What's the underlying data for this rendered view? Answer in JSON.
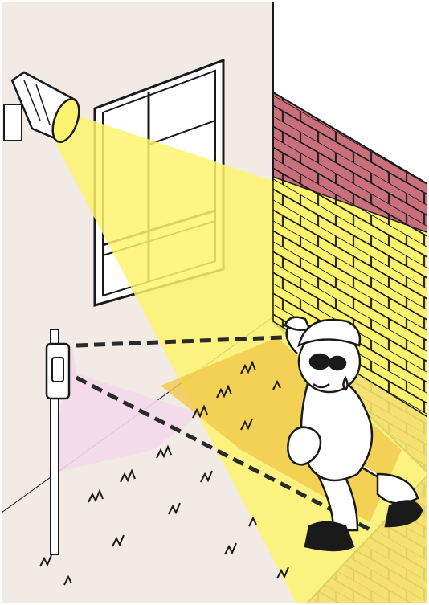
{
  "scene": {
    "alt": "",
    "colors": {
      "wall": "#f2ebe5",
      "brick": "#c9707c",
      "light_beam": "#fdf36e",
      "lit_ground": "#f0c84a",
      "sensor_zone": "#f3d9ea",
      "ink": "#1a1a1a",
      "white": "#ffffff"
    },
    "elements": [
      {
        "name": "floodlight",
        "icon": "floodlight-icon"
      },
      {
        "name": "window"
      },
      {
        "name": "motion-sensor-post",
        "icon": "sensor-icon"
      },
      {
        "name": "intruder-figure"
      },
      {
        "name": "brick-wall"
      },
      {
        "name": "lawn"
      }
    ]
  }
}
